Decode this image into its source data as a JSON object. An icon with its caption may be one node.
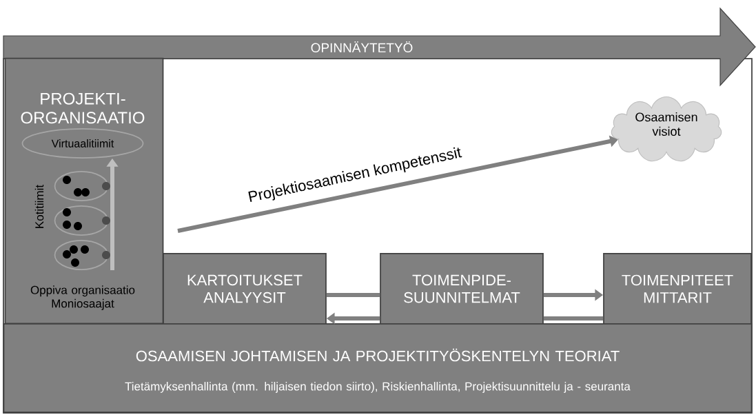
{
  "diagram": {
    "nodes": [
      {
        "text": [
          "OPINNÄYTETYÖ"
        ]
      },
      {
        "text": [
          "PROJEKTI- ORGANISAATIO",
          "Oppiva organisaatio Moniosaajat"
        ]
      },
      {
        "text": [
          "Virtuaalitiimit"
        ],
        "in": 1
      },
      {
        "text": [],
        "shape": "circle",
        "in": 1
      },
      {
        "text": [],
        "shape": "circle",
        "in": 1
      },
      {
        "text": [],
        "shape": "circle",
        "in": 1
      },
      {
        "text": [
          "Osaamisen visiot"
        ]
      },
      {
        "text": [
          "KARTOITUKSET ANALYYSIT"
        ]
      },
      {
        "text": [
          "TOIMENPIDE- SUUNNITELMAT"
        ]
      },
      {
        "text": [
          "TOIMENPITEET MITTARIT"
        ]
      },
      {
        "text": [
          "OSAAMISEN JOHTAMISEN JA PROJEKTITYÖSKENTELYN TEORIAT",
          "Tietämyksenhallinta (mm. hiljaisen tiedon siirto), Riskienhallinta, Projektisuunnittelu ja - seuranta"
        ]
      }
    ],
    "edges": [
      {
        "from": null,
        "to": 6,
        "arrow": "to",
        "label": "Projektiosaamisen kompetenssit"
      },
      {
        "from": 7,
        "to": 8,
        "arrow": "none"
      },
      {
        "from": 8,
        "to": 7,
        "arrow": "to"
      },
      {
        "from": 8,
        "to": 9,
        "arrow": "to"
      },
      {
        "from": 9,
        "to": 8,
        "arrow": "none"
      },
      {
        "from": null,
        "to": 2,
        "arrow": "to",
        "color": "#bfbfbf"
      }
    ],
    "labels": [
      "Kotitiimit"
    ]
  }
}
